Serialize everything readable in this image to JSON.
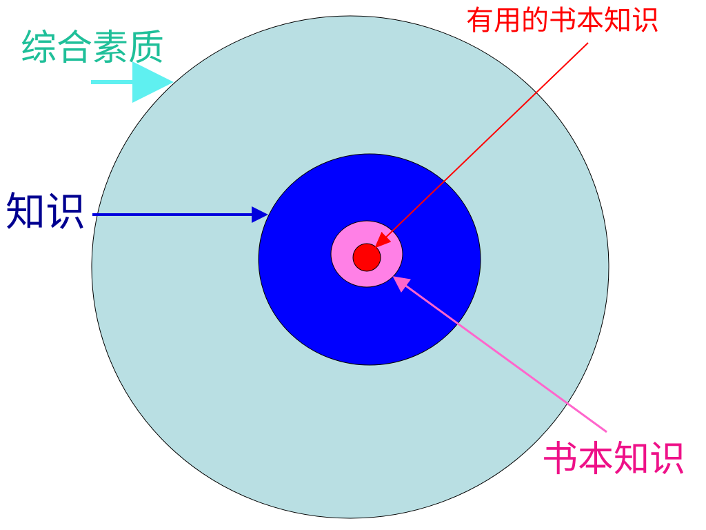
{
  "labels": {
    "overall_quality": "综合素质",
    "knowledge": "知识",
    "useful_book_knowledge": "有用的书本知识",
    "book_knowledge": "书本知识"
  },
  "colors": {
    "outer_circle": "#b9dfe3",
    "knowledge_circle": "#0000ff",
    "book_circle": "#ff80e6",
    "useful_circle": "#ff0000",
    "overall_quality_label": "#1fbf99",
    "overall_quality_arrow": "#5ff0f0",
    "knowledge_label": "#000090",
    "knowledge_arrow": "#0000dd",
    "useful_label": "#ff0000",
    "useful_arrow": "#ff0000",
    "book_label": "#ee1188",
    "book_arrow": "#ff66cc",
    "outline": "#000000"
  }
}
